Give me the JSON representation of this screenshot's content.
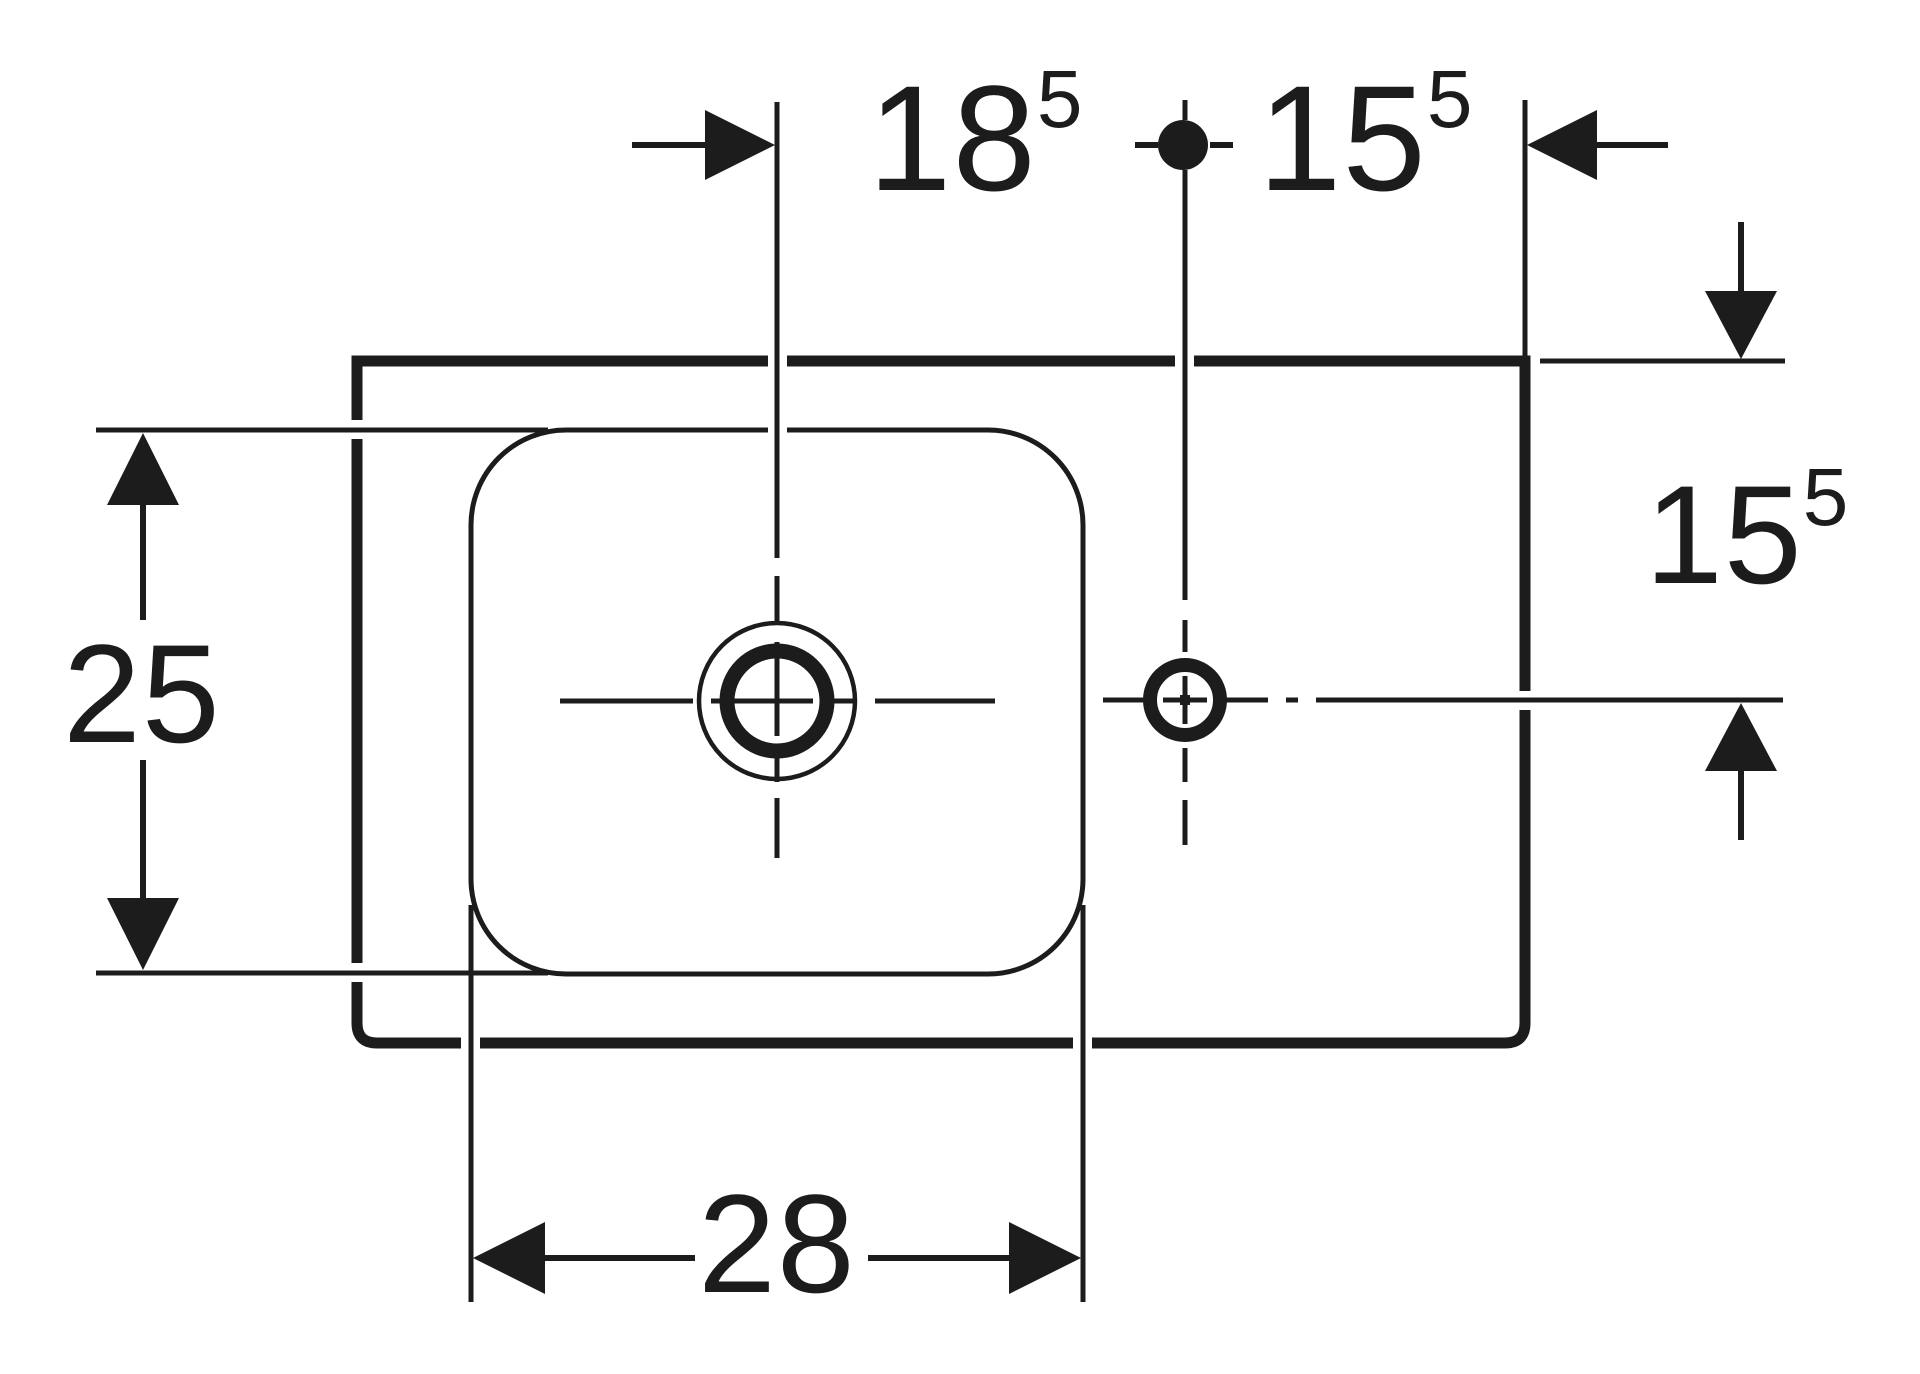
{
  "page": {
    "background": "#ffffff",
    "ink_color": "#1c1c1c"
  },
  "drawing": {
    "description": "Technical top-view dimension drawing of a rectangular washbasin: outer rim, offset square bowl with drain hole crosshair, tap hole crosshair, and five dimension callouts",
    "dimensions": {
      "drain_to_tap": {
        "text": "18",
        "sup": "5",
        "numeric": 18.5
      },
      "tap_to_right_edge": {
        "text": "15",
        "sup": "5",
        "numeric": 15.5
      },
      "top_edge_to_tap": {
        "text": "15",
        "sup": "5",
        "numeric": 15.5
      },
      "bowl_depth": {
        "text": "25",
        "sup": "",
        "numeric": 25
      },
      "bowl_width": {
        "text": "28",
        "sup": "",
        "numeric": 28
      }
    }
  }
}
